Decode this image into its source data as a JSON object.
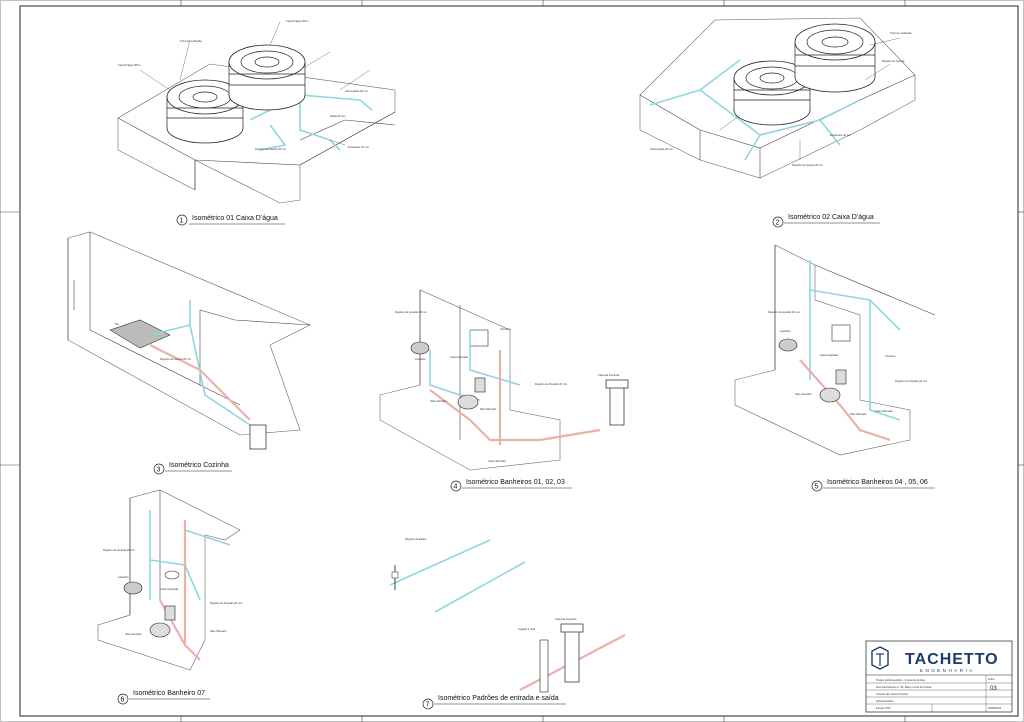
{
  "sheet": {
    "company": {
      "name": "TACHETTO",
      "tagline": "ENGENHARIA"
    },
    "title_block": {
      "project": "Projeto Hidrossanitário - Costas do Ambaú",
      "address": "Rua Saul Damaro nº 36, Bairro Costa do Ambaú",
      "owner": "Jonatan dos Santos Pereira",
      "author": "Hidrossanitário",
      "sheet_label": "Folha",
      "sheet_no": "03",
      "scale": "Escala: 1/50",
      "date": "20/08/2023"
    }
  },
  "views": [
    {
      "no": "1",
      "title": "Isométrico 01 Caixa D'água"
    },
    {
      "no": "2",
      "title": "Isométrico 02 Caixa D'água"
    },
    {
      "no": "3",
      "title": "Isométrico Cozinha"
    },
    {
      "no": "4",
      "title": "Isométrico Banheiros 01, 02, 03"
    },
    {
      "no": "5",
      "title": "Isométrico Banheiros 04 , 05, 06"
    },
    {
      "no": "6",
      "title": "Isométrico Banheiro 07"
    },
    {
      "no": "7",
      "title": "Isométrico Padrões de entrada e saída"
    }
  ],
  "annotations": {
    "v1": [
      "Caixa D'água 500 L",
      "Caixa D'água 500 L",
      "Tubo de ventilação",
      "Registro de Gaveta 25 mm",
      "Alimentação 25 mm",
      "Saída 25 mm",
      "Extravasor 32 mm"
    ],
    "v2": [
      "Tubo de ventilação",
      "Registro de Gaveta",
      "Alimentação 25 mm",
      "Registro de Gaveta 25 mm",
      "Extravasor 32 mm"
    ],
    "v3": [
      "Registro de Gaveta 25 mm",
      "Pia"
    ],
    "v4": [
      "Registro de pressão 20 mm",
      "Lavatório",
      "Caixa Acoplada",
      "Chuveiro",
      "Registro de Pressão 20 mm",
      "Vaso Sanitário",
      "Ralo Sifonado",
      "Caixa de Inspeção",
      "Caixa Sifonada"
    ],
    "v5": [
      "Registro de pressão 20 mm",
      "Lavatório",
      "Caixa Acoplada",
      "Chuveiro",
      "Registro de Pressão 20 mm",
      "Vaso Sanitário",
      "Ralo Sifonado",
      "Caixa Sifonada"
    ],
    "v6": [
      "Registro de pressão 20 mm",
      "Lavatório",
      "Caixa Acoplada",
      "Registro de Pressão 20 mm",
      "Vaso Sanitário",
      "Ralo Sifonado"
    ],
    "v7": [
      "Registro de Esfera",
      "Caixa de Inspeção",
      "Ligação à rede"
    ]
  },
  "colors": {
    "cold_water": "#8fd6df",
    "sewage": "#e9b2a6",
    "line": "#222222"
  }
}
